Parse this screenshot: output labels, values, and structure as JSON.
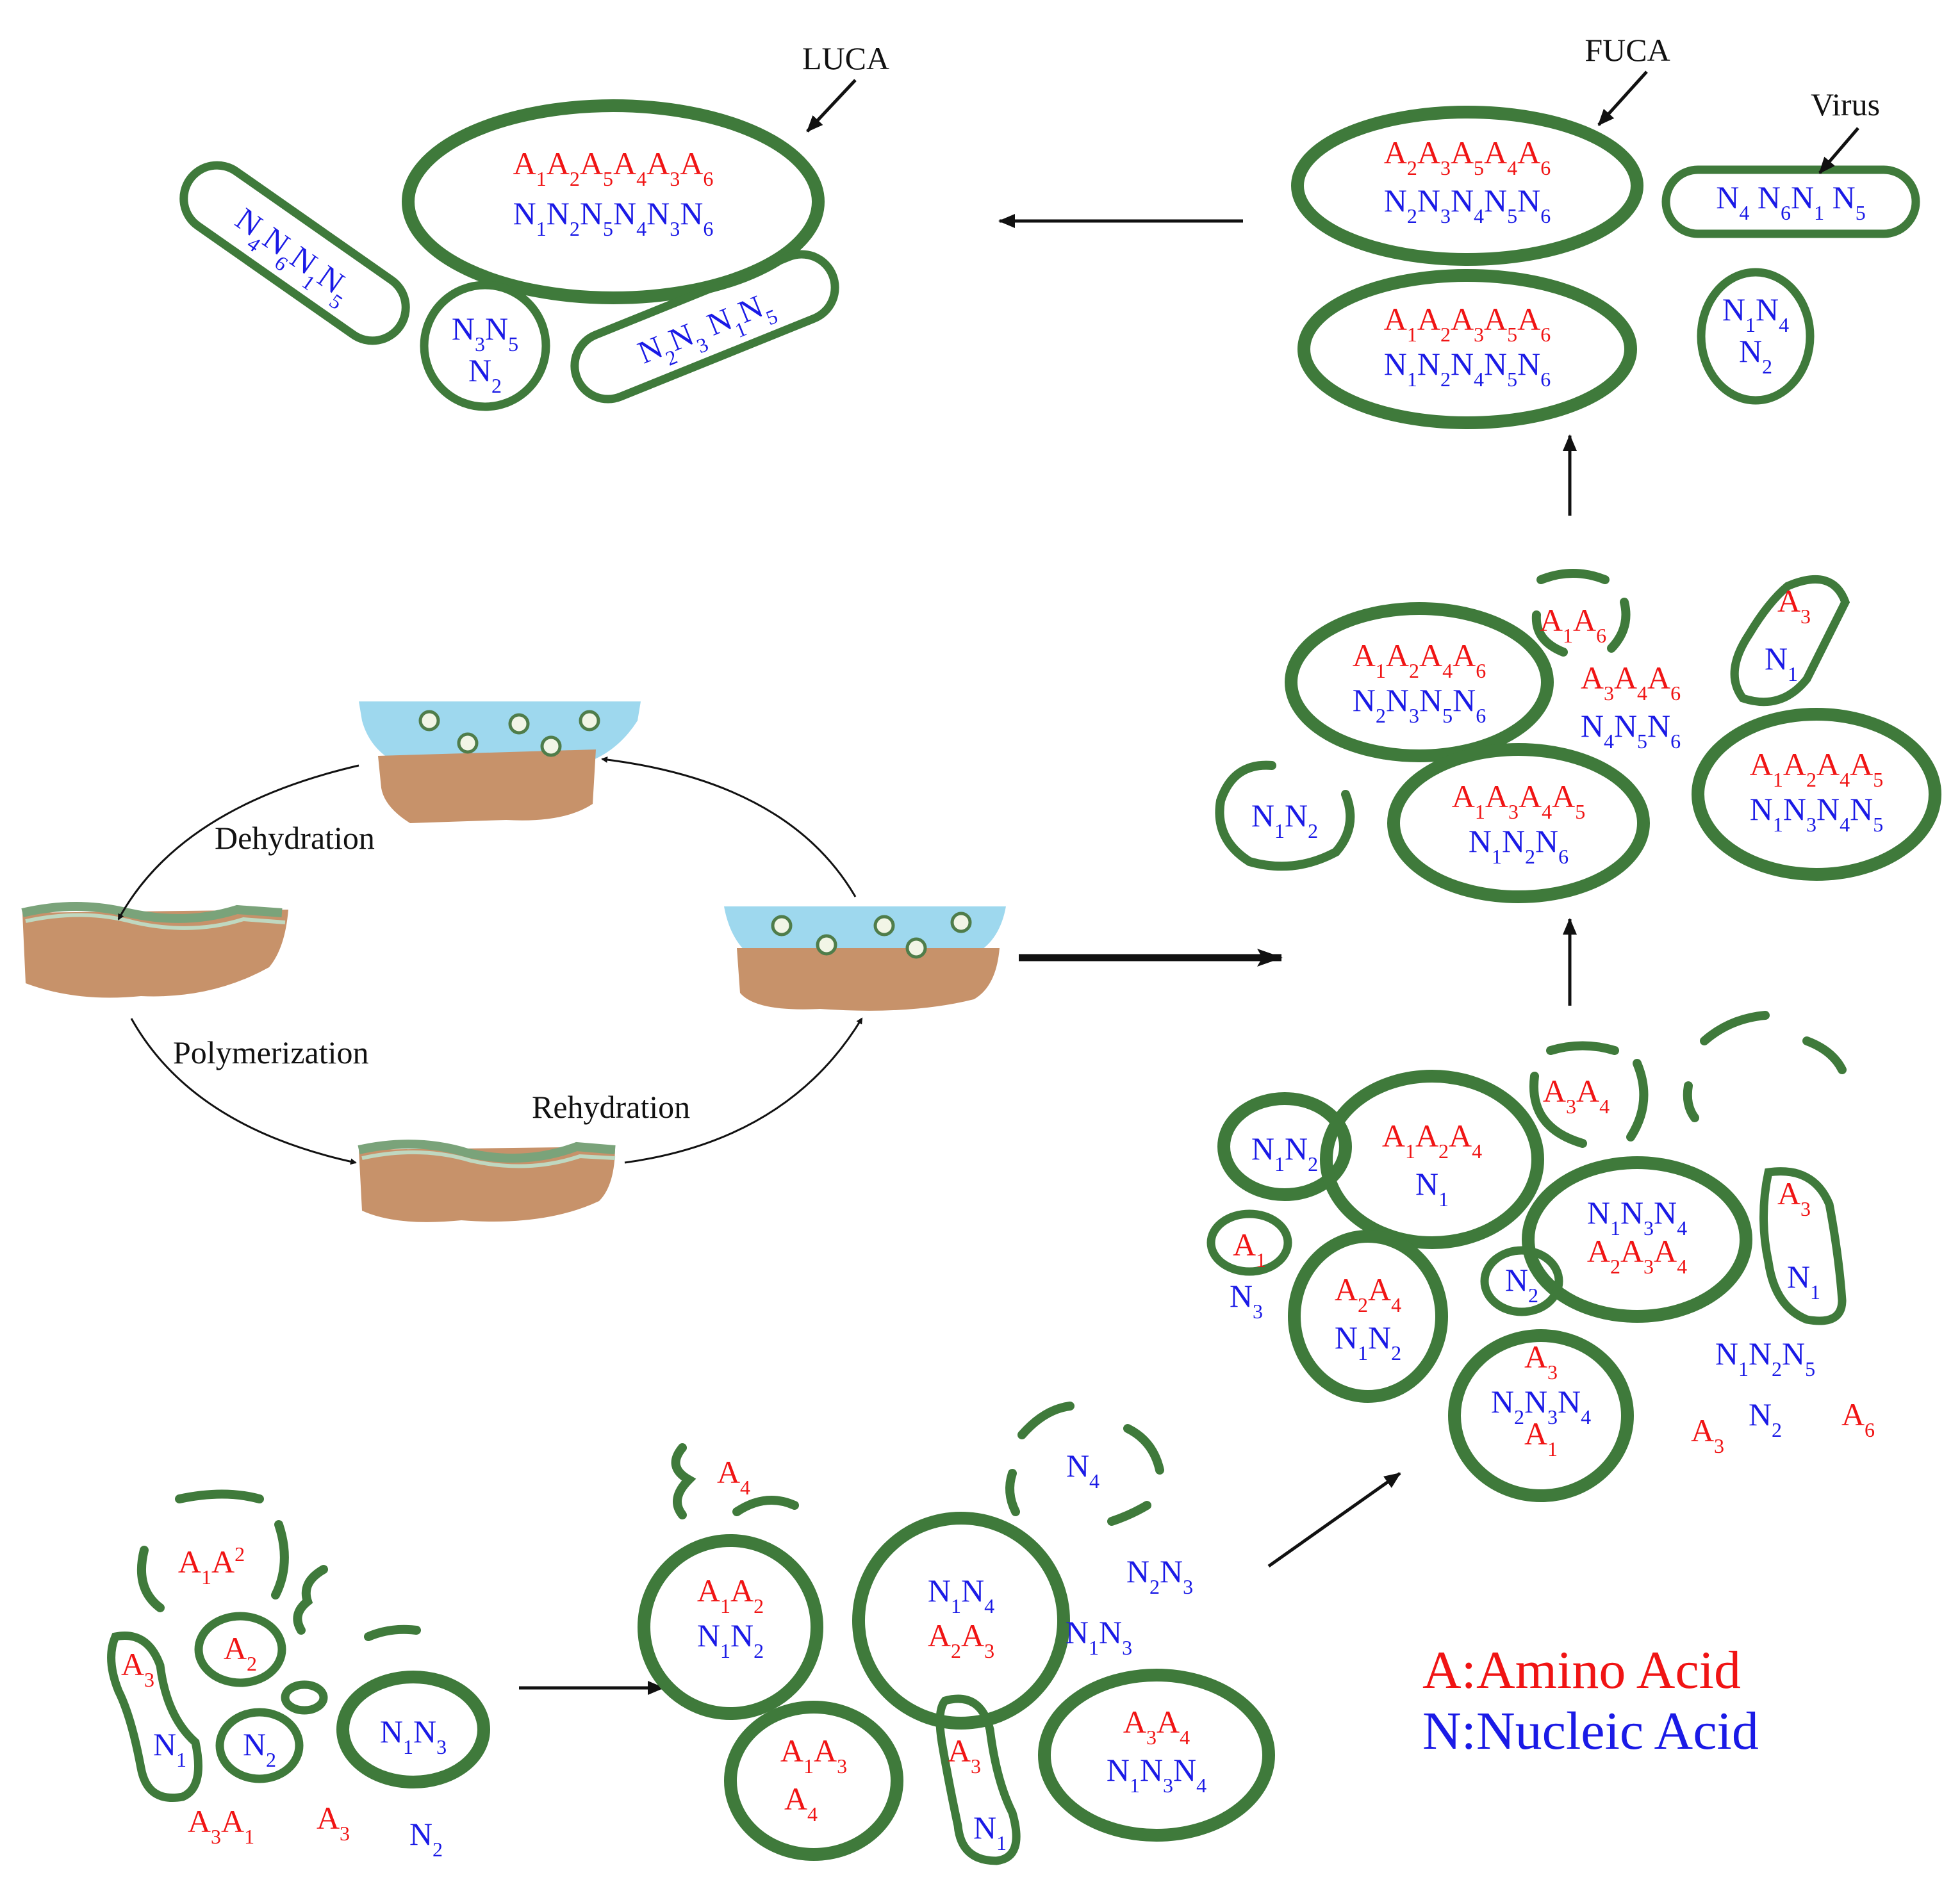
{
  "callouts": {
    "luca": "LUCA",
    "fuca": "FUCA",
    "virus": "Virus"
  },
  "cycle": {
    "dehydration": "Dehydration",
    "polymerization": "Polymerization",
    "rehydration": "Rehydration"
  },
  "legend": {
    "amino": "A:Amino Acid",
    "nucleic": "N:Nucleic Acid",
    "amino_color": "#f01414",
    "nucleic_color": "#1a1ae6",
    "membrane_color": "#3f7a3b"
  },
  "stage_luca": {
    "big_a": [
      "1",
      "2",
      "5",
      "4",
      "3",
      "6"
    ],
    "big_n": [
      "1",
      "2",
      "5",
      "4",
      "3",
      "6"
    ],
    "rod_left": [
      "4",
      "6",
      "1",
      "5"
    ],
    "small": [
      "3",
      "5",
      "2"
    ],
    "rod_right": [
      "2",
      "3",
      "1",
      "5"
    ]
  },
  "stage_fuca": {
    "fuca_a": [
      "2",
      "3",
      "5",
      "4",
      "6"
    ],
    "fuca_n": [
      "2",
      "3",
      "4",
      "5",
      "6"
    ],
    "virus_n": [
      "4",
      "6",
      "1",
      "5"
    ],
    "lower_a": [
      "1",
      "2",
      "3",
      "5",
      "6"
    ],
    "lower_n": [
      "1",
      "2",
      "4",
      "5",
      "6"
    ],
    "small_n": [
      "1",
      "4",
      "2"
    ]
  }
}
